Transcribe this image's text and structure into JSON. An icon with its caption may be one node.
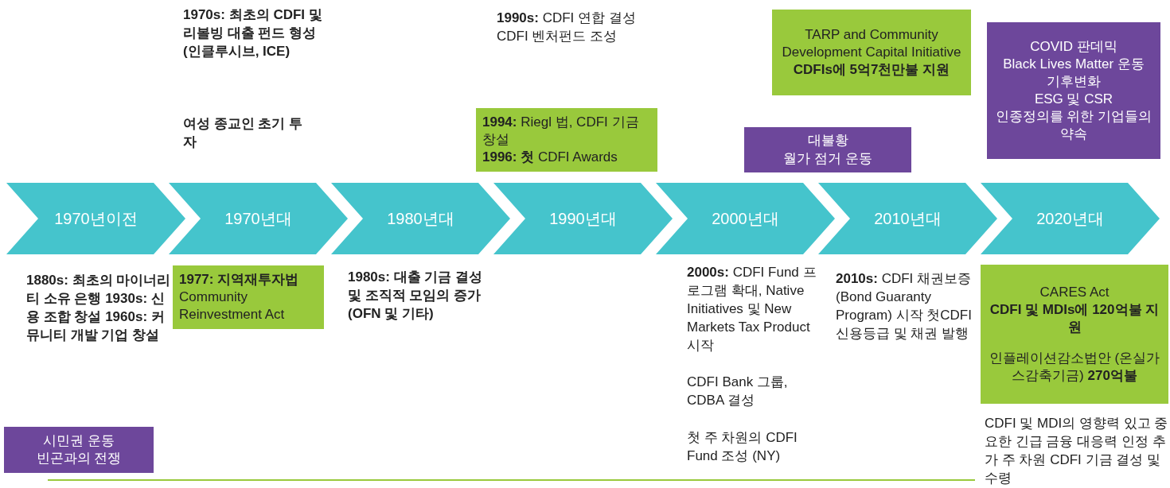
{
  "diagram": {
    "nodes": [
      {
        "text": [
          "TARP and Community Development Capital Initiative",
          "**CDFIs에 5억7천만불 지원**"
        ]
      },
      {
        "text": [
          "COVID 판데믹",
          "Black Lives Matter 운동",
          "기후변화",
          "ESG 및 CSR",
          "인종정의를 위한 기업들의 약속"
        ]
      },
      {
        "text": [
          "**1994:** Riegl 법, CDFI 기금 창설",
          "**1996: 첫** CDFI Awards"
        ]
      },
      {
        "text": [
          "대불황",
          "월가 점거 운동"
        ]
      },
      {
        "text": [
          "1970년이전"
        ]
      },
      {
        "text": [
          "1970년대"
        ]
      },
      {
        "text": [
          "1980년대"
        ]
      },
      {
        "text": [
          "1990년대"
        ]
      },
      {
        "text": [
          "2000년대"
        ]
      },
      {
        "text": [
          "2010년대"
        ]
      },
      {
        "text": [
          "2020년대"
        ]
      },
      {
        "text": [
          "**1977: 지역재투자법**",
          "Community Reinvestment Act"
        ]
      },
      {
        "text": [
          "CARES Act",
          "**CDFI 및 MDIs에 120억불 지원**",
          "인플레이션감소법안 (온실가스감축기금) **270억불**"
        ]
      },
      {
        "text": [
          "시민권 운동",
          "빈곤과의 전쟁"
        ]
      }
    ],
    "labels": [
      "1970s: 최초의 CDFI 및 리볼빙 대출 펀드 형성 (인클루시브, ICE)",
      "여성 종교인 초기 투자",
      "**1990s:** CDFI 연합 결성 CDFI 벤처펀드 조성",
      "1880s: 최초의 마이너리티 소유 은행 1930s: 신용 조합 창설 1960s: 커뮤니티 개발 기업 창설",
      "1980s: 대출 기금 결성 및 조직적 모임의 증가(OFN 및 기타)",
      "**2000s:** CDFI Fund 프로그램 확대, Native Initiatives 및 New Markets Tax Product 시작",
      "CDFI Bank 그룹, CDBA 결성",
      "첫 주 차원의 CDFI Fund 조성 (NY)",
      "**2010s:** CDFI 채권보증(Bond Guaranty Program) 시작 첫CDFI 신용등급 및 채권 발행",
      "CDFI 및 MDI의 영향력 있고 중요한 긴급 금융 대응력 인정 추가 주 차원 CDFI 기금 결성 및 수령"
    ]
  }
}
